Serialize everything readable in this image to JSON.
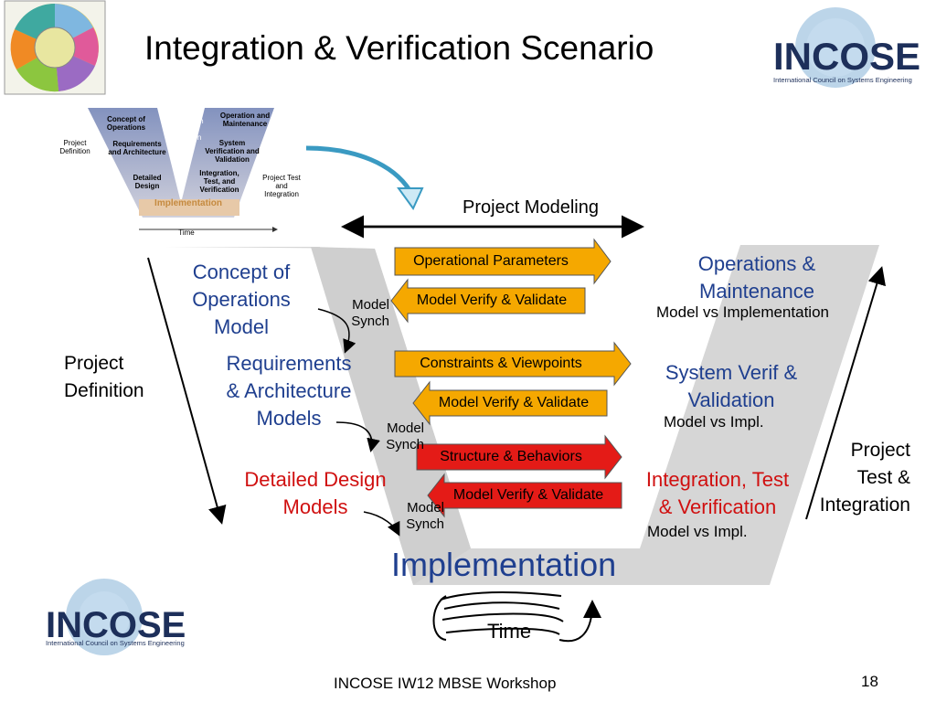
{
  "title": "Integration & Verification Scenario",
  "logo": {
    "name": "INCOSE",
    "tagline": "International Council on Systems Engineering"
  },
  "thumbnail": {
    "concept": "Concept of Operations",
    "verification": "Verification and Validation",
    "operation": "Operation and Maintenance",
    "project_definition": "Project Definition",
    "requirements": "Requirements and Architecture",
    "system_verification": "System Verification and Validation",
    "detailed_design": "Detailed Design",
    "integration": "Integration, Test, and Verification",
    "project_test": "Project Test and Integration",
    "implementation": "Implementation",
    "time": "Time"
  },
  "project_modeling": "Project Modeling",
  "left": {
    "concept": "Concept of\nOperations\nModel",
    "project_definition": "Project\nDefinition",
    "requirements": "Requirements\n& Architecture\nModels",
    "detailed_design": "Detailed Design\nModels",
    "synch1": "Model\nSynch",
    "synch2": "Model\nSynch",
    "synch3": "Model\nSynch"
  },
  "arrows": {
    "op_params": "Operational Parameters",
    "mvv1": "Model Verify & Validate",
    "constraints": "Constraints & Viewpoints",
    "mvv2": "Model Verify & Validate",
    "structure": "Structure & Behaviors",
    "mvv3": "Model Verify & Validate"
  },
  "right": {
    "ops_maint": "Operations &\nMaintenance",
    "model_vs_impl_full": "Model vs Implementation",
    "system_verif": "System Verif &\nValidation",
    "model_vs_impl1": "Model vs Impl.",
    "integration": "Integration, Test\n& Verification",
    "model_vs_impl2": "Model vs Impl.",
    "project_test": "Project\nTest &\nIntegration"
  },
  "implementation": "Implementation",
  "time": "Time",
  "footer": "INCOSE IW12 MBSE Workshop",
  "page_number": "18",
  "colors": {
    "orange": "#f5a800",
    "red": "#e41b17",
    "blue": "#1f3f8f",
    "v_gray": "#d6d6d6"
  }
}
